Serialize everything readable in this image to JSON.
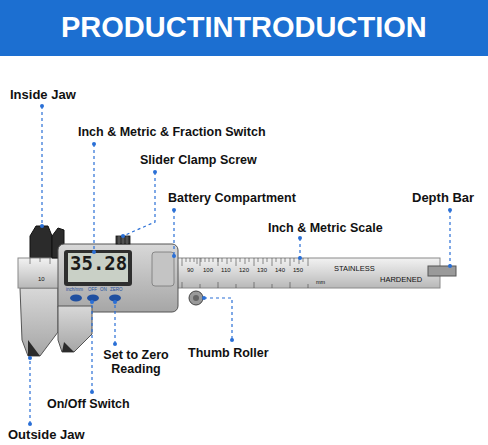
{
  "diagram": {
    "title": "PRODUCTINTRODUCTION",
    "labels": [
      "Inside Jaw",
      "Inch & Metric & Fraction Switch",
      "Slider Clamp Screw",
      "Battery Compartment",
      "Depth Bar",
      "Inch & Metric Scale",
      "10",
      "35.28",
      "90",
      "100",
      "110",
      "120",
      "130",
      "140",
      "150",
      "mm",
      "STAINLESS",
      "HARDENED",
      "inch/mm",
      "OFF",
      "ON",
      "ZERO",
      "Set to Zero Reading",
      "Thumb Roller",
      "On/Off Switch",
      "Outside Jaw"
    ]
  }
}
